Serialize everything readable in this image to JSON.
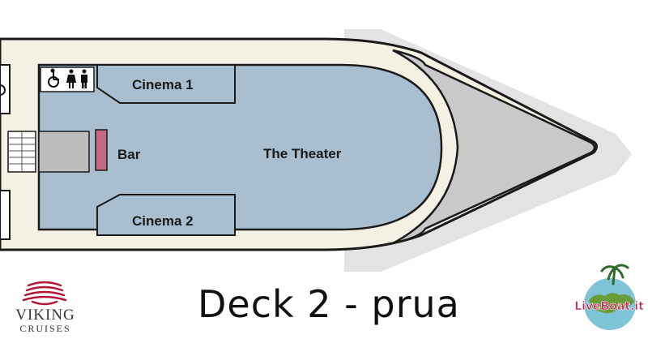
{
  "diagram": {
    "title": "Deck 2 - prua",
    "rooms": {
      "cinema_1": "Cinema 1",
      "cinema_2": "Cinema 2",
      "bar": "Bar",
      "theater": "The Theater"
    },
    "restroom_icons": [
      "wheelchair-icon",
      "female-restroom-icon",
      "male-restroom-icon"
    ]
  },
  "logos": {
    "viking": {
      "name": "VIKING",
      "sub": "CRUISES"
    },
    "liveboat": {
      "text": "LiveBoat.it"
    }
  },
  "colors": {
    "floor": "#a9bfd0",
    "hull": "#f4f0e3",
    "outline": "#1a1a1a",
    "bow": "#c9c9c9",
    "bow_shadow": "#e3e3e3",
    "bar_counter": "#c26a82",
    "stairs": "#d0d0d0",
    "corridor_gray": "#bdbdbd",
    "logo_red": "#b0183a"
  }
}
